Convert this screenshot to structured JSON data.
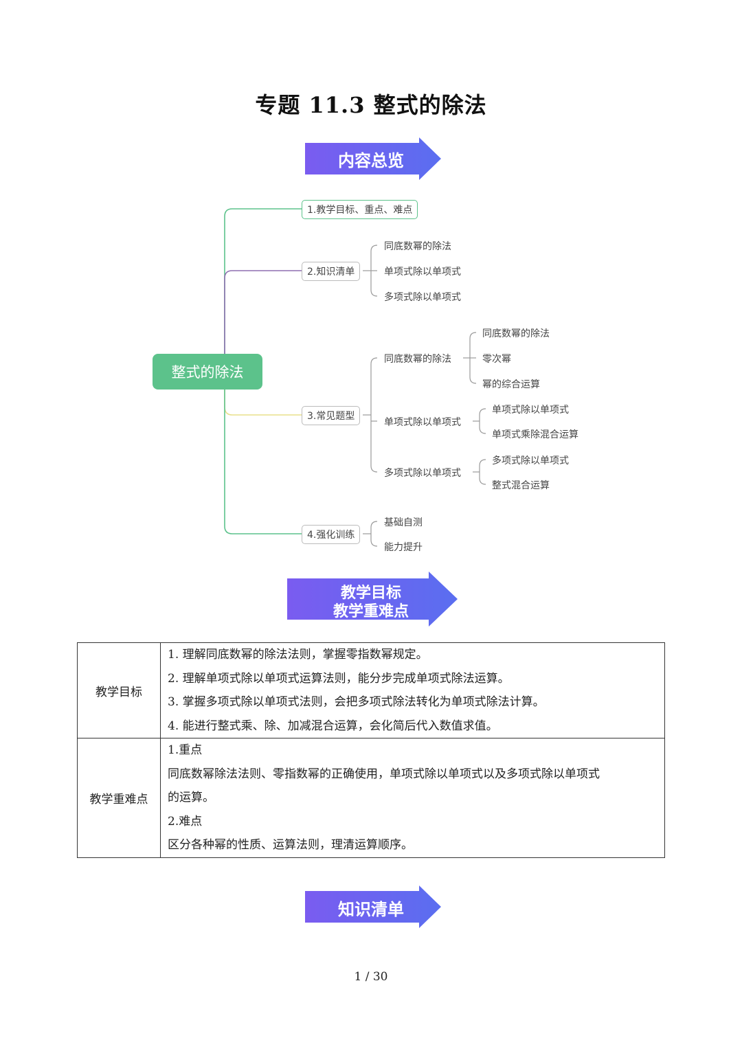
{
  "title": "专题 11.3  整式的除法",
  "banners": {
    "overview": "内容总览",
    "goals_line1": "教学目标",
    "goals_line2": "教学重难点",
    "knowledge": "知识清单"
  },
  "mindmap": {
    "root": "整式的除法",
    "branch1": "1.教学目标、重点、难点",
    "branch2": {
      "label": "2.知识清单",
      "items": [
        "同底数幂的除法",
        "单项式除以单项式",
        "多项式除以单项式"
      ]
    },
    "branch3": {
      "label": "3.常见题型",
      "groups": [
        {
          "label": "同底数幂的除法",
          "items": [
            "同底数幂的除法",
            "零次幂",
            "幂的综合运算"
          ]
        },
        {
          "label": "单项式除以单项式",
          "items": [
            "单项式除以单项式",
            "单项式乘除混合运算"
          ]
        },
        {
          "label": "多项式除以单项式",
          "items": [
            "多项式除以单项式",
            "整式混合运算"
          ]
        }
      ]
    },
    "branch4": {
      "label": "4.强化训练",
      "items": [
        "基础自测",
        "能力提升"
      ]
    },
    "colors": {
      "root": "#5cc28b",
      "b1": "#5cc28b",
      "b2": "#8e6fb0",
      "b3": "#e8e08a",
      "b4": "#5cc28b"
    }
  },
  "table": {
    "goals_label": "教学目标",
    "goals": [
      "1. 理解同底数幂的除法法则，掌握零指数幂规定。",
      "2. 理解单项式除以单项式运算法则，能分步完成单项式除法运算。",
      "3. 掌握多项式除以单项式法则，会把多项式除法转化为单项式除法计算。",
      "4. 能进行整式乘、除、加减混合运算，会化简后代入数值求值。"
    ],
    "keys_label": "教学重难点",
    "key_heading": "1.重点",
    "key_text_1": "同底数幂除法法则、零指数幂的正确使用，单项式除以单项式以及多项式除以单项式",
    "key_text_2": "的运算。",
    "difficulty_heading": "2.难点",
    "difficulty_text": "区分各种幂的性质、运算法则，理清运算顺序。"
  },
  "page_number": "1 / 30"
}
